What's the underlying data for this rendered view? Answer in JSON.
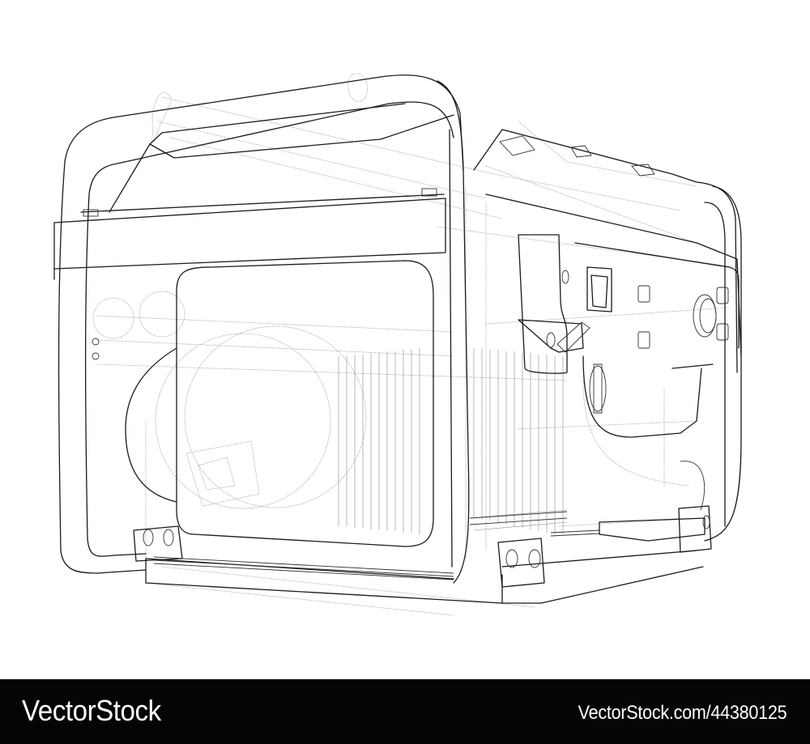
{
  "artwork": {
    "subject": "Portable generator wireframe line drawing",
    "style": "black outline on white, hidden lines dotted"
  },
  "banner": {
    "brand": "VectorStock",
    "url": "VectorStock.com/44380125",
    "background": "#050505",
    "text_color": "#ffffff"
  }
}
